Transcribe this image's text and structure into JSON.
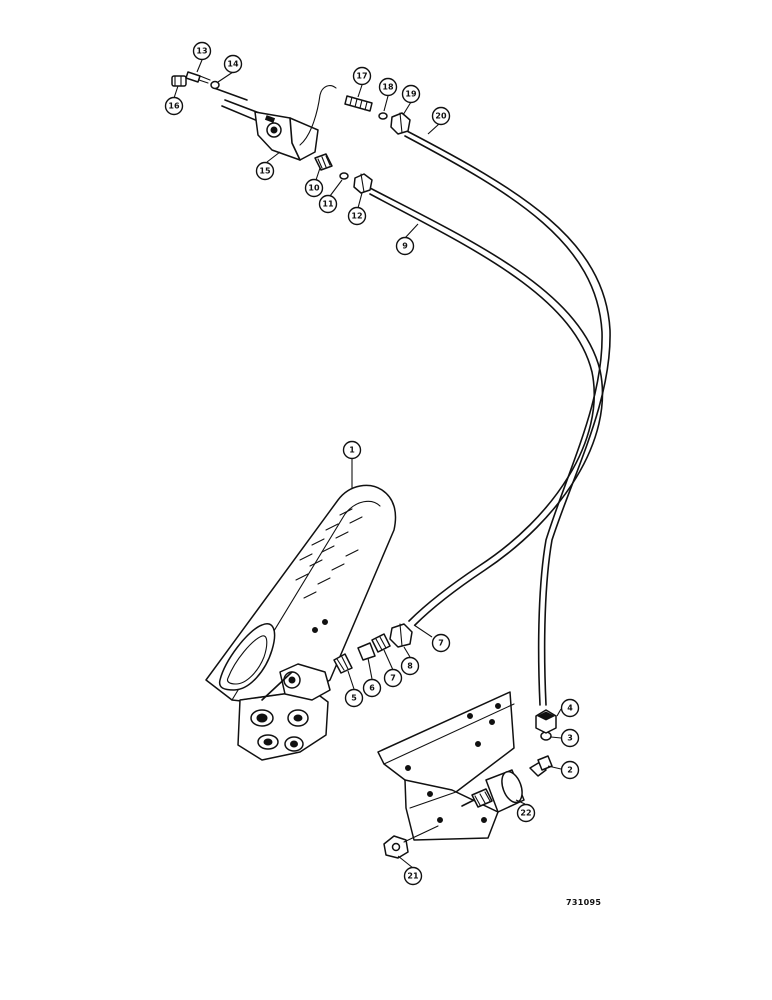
{
  "drawing_number": "731095",
  "callouts": {
    "c1": "1",
    "c2": "2",
    "c3": "3",
    "c4": "4",
    "c5": "5",
    "c6": "6",
    "c7a": "7",
    "c7b": "7",
    "c8": "8",
    "c9": "9",
    "c10": "10",
    "c11": "11",
    "c12": "12",
    "c13": "13",
    "c14": "14",
    "c15": "15",
    "c16": "16",
    "c17": "17",
    "c18": "18",
    "c19": "19",
    "c20": "20",
    "c21": "21",
    "c22": "22"
  }
}
